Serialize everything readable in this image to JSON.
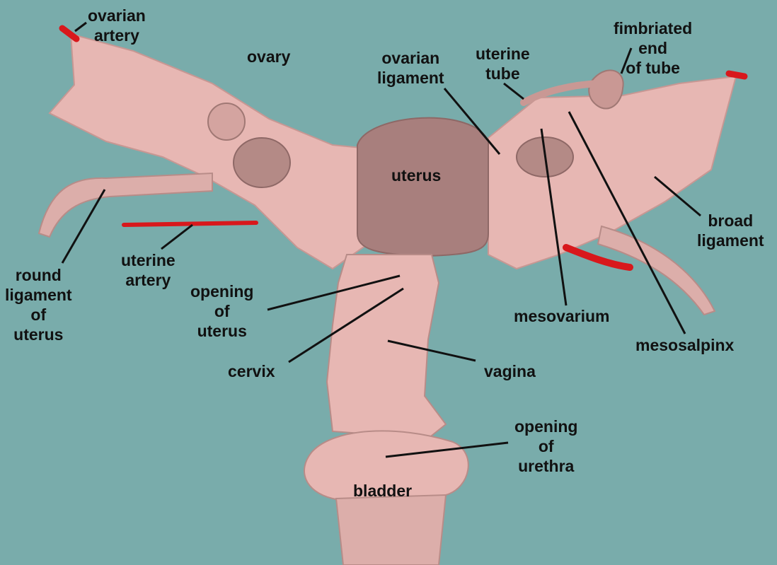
{
  "colors": {
    "background": "#79acab",
    "tissue": "#e7b7b3",
    "tissue_dark": "#c79793",
    "uterus": "#a87f7d",
    "artery": "#d8181c",
    "label": "#111111"
  },
  "labels": {
    "ovarian_artery": [
      "ovarian",
      "artery"
    ],
    "ovary": [
      "ovary"
    ],
    "ovarian_ligament": [
      "ovarian",
      "ligament"
    ],
    "uterine_tube": [
      "uterine",
      "tube"
    ],
    "fimbriated_end": [
      "fimbriated",
      "end",
      "of tube"
    ],
    "uterus": [
      "uterus"
    ],
    "broad_ligament": [
      "broad",
      "ligament"
    ],
    "round_ligament": [
      "round",
      "ligament",
      "of",
      "uterus"
    ],
    "uterine_artery": [
      "uterine",
      "artery"
    ],
    "opening_of_uterus": [
      "opening",
      "of",
      "uterus"
    ],
    "mesovarium": [
      "mesovarium"
    ],
    "mesosalpinx": [
      "mesosalpinx"
    ],
    "cervix": [
      "cervix"
    ],
    "vagina": [
      "vagina"
    ],
    "opening_of_urethra": [
      "opening",
      "of",
      "urethra"
    ],
    "bladder": [
      "bladder"
    ]
  }
}
